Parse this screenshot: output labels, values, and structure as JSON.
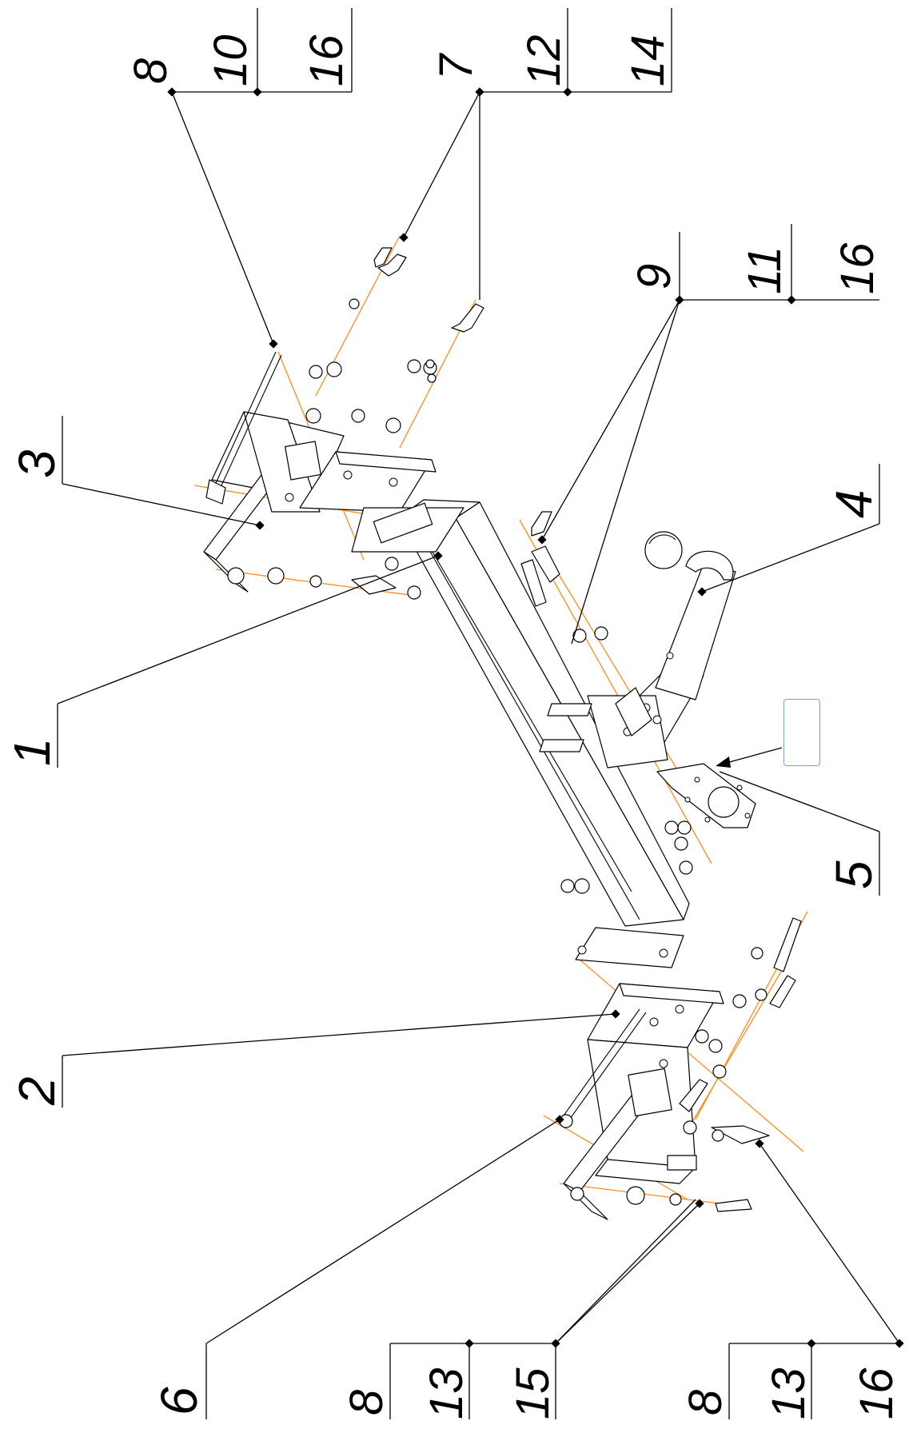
{
  "callouts": {
    "top_left": [
      "8",
      "10",
      "16"
    ],
    "top_mid": [
      "7",
      "12",
      "14"
    ],
    "right_upper": [
      "9",
      "11",
      "16"
    ],
    "bottom_left": [
      "8",
      "13",
      "15"
    ],
    "bottom_right": [
      "8",
      "13",
      "16"
    ]
  },
  "part_labels": {
    "p1": "1",
    "p2": "2",
    "p3": "3",
    "p4": "4",
    "p5": "5",
    "p6": "6"
  },
  "note_box": {
    "text": ""
  },
  "colors": {
    "axis_lines": "#ff8c1a",
    "line_work": "#000000",
    "note_border": "#6ea8d8"
  }
}
